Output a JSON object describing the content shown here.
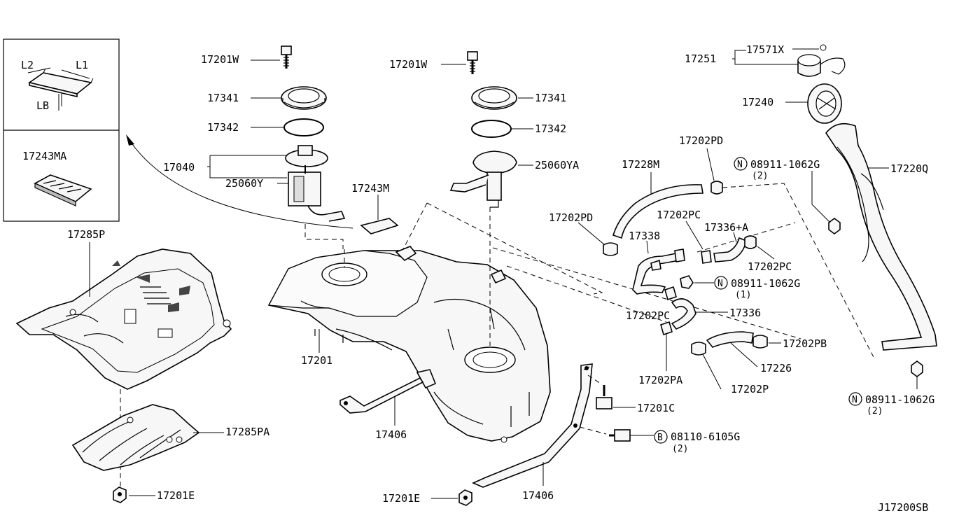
{
  "diagram_code": "J17200SB",
  "inset": {
    "dimension_labels": [
      "L2",
      "L1",
      "LB"
    ],
    "pad_part": "17243MA"
  },
  "callouts": {
    "c17201W_left": "17201W",
    "c17341_left": "17341",
    "c17342_left": "17342",
    "c17040": "17040",
    "c25060Y": "25060Y",
    "c17243M": "17243M",
    "c17201W_mid": "17201W",
    "c17341_mid": "17341",
    "c17342_mid": "17342",
    "c25060YA": "25060YA",
    "c17285P": "17285P",
    "c17285PA": "17285PA",
    "c17201E_left": "17201E",
    "c17201": "17201",
    "c17406_left": "17406",
    "c17201E_mid": "17201E",
    "c17406_mid": "17406",
    "c17201C": "17201C",
    "c08110": "08110-6105G",
    "c08110_qty": "(2)",
    "c17228M": "17228M",
    "c17202PD_top": "17202PD",
    "c17202PD_left": "17202PD",
    "c17202PC_top": "17202PC",
    "c17336A": "17336+A",
    "c17338": "17338",
    "c17202PC_right": "17202PC",
    "c08911_mid": "08911-1062G",
    "c08911_mid_qty": "(1)",
    "c17202PC_low": "17202PC",
    "c17336": "17336",
    "c17202PB": "17202PB",
    "c17226": "17226",
    "c17202PA": "17202PA",
    "c17202P": "17202P",
    "c17571X": "17571X",
    "c17251": "17251",
    "c17240": "17240",
    "c08911_top": "08911-1062G",
    "c08911_top_qty": "(2)",
    "c17220Q": "17220Q",
    "c08911_bot": "08911-1062G",
    "c08911_bot_qty": "(2)"
  },
  "symbols": {
    "nut_marker": "N",
    "bolt_marker": "B"
  }
}
